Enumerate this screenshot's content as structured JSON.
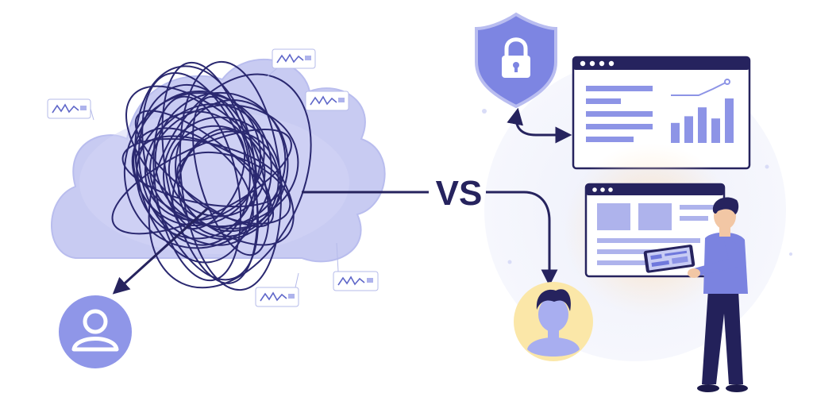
{
  "center_label": "VS",
  "colors": {
    "ink": "#26235e",
    "cloud": "#c6c9f1",
    "cloud_edge": "#b5b9ec",
    "accent": "#6f78dc",
    "bar": "#8d94e6",
    "skin_warm": "#fbe6a4",
    "shirt": "#7b83e0",
    "pants": "#23215a",
    "glow": "#ffd9a0"
  },
  "left_side": {
    "tags_icon": "signal-wave-icon",
    "user_icon": "user-avatar-icon"
  },
  "right_side": {
    "security_icon": "shield-lock-icon",
    "dashboard_icon": "analytics-dashboard-icon",
    "user_icon": "user-face-icon",
    "presenter_icon": "person-with-tablet-icon"
  },
  "dashboard_bars": [
    0.45,
    0.6,
    0.8,
    0.55,
    1.0
  ]
}
